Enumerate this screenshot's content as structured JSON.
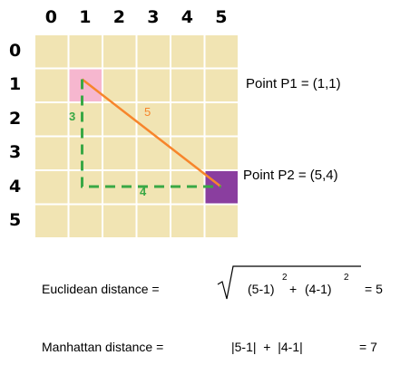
{
  "grid": {
    "columns": [
      "0",
      "1",
      "2",
      "3",
      "4",
      "5"
    ],
    "rows": [
      "0",
      "1",
      "2",
      "3",
      "4",
      "5"
    ],
    "cell_color": "#f1e4b3",
    "line_color": "#ffffff"
  },
  "points": {
    "p1": {
      "col": 1,
      "row": 1,
      "color": "#f6b7cf",
      "label": "Point P1 = (1,1)"
    },
    "p2": {
      "col": 5,
      "row": 4,
      "color": "#8a3e9f",
      "label": "Point P2 = (5,4)"
    }
  },
  "euclidean_line": {
    "label": "5",
    "color": "#f7852b"
  },
  "manhattan_path": {
    "vertical_label": "3",
    "horizontal_label": "4",
    "color": "#39a845"
  },
  "formulas": {
    "euclidean": {
      "label": "Euclidean distance =",
      "term1": "(5-1)",
      "plus": "+",
      "term2": "(4-1)",
      "exp1": "2",
      "exp2": "2",
      "result": "= 5"
    },
    "manhattan": {
      "label": "Manhattan distance =",
      "expression": "|5-1|  +  |4-1|",
      "result": "= 7"
    }
  }
}
